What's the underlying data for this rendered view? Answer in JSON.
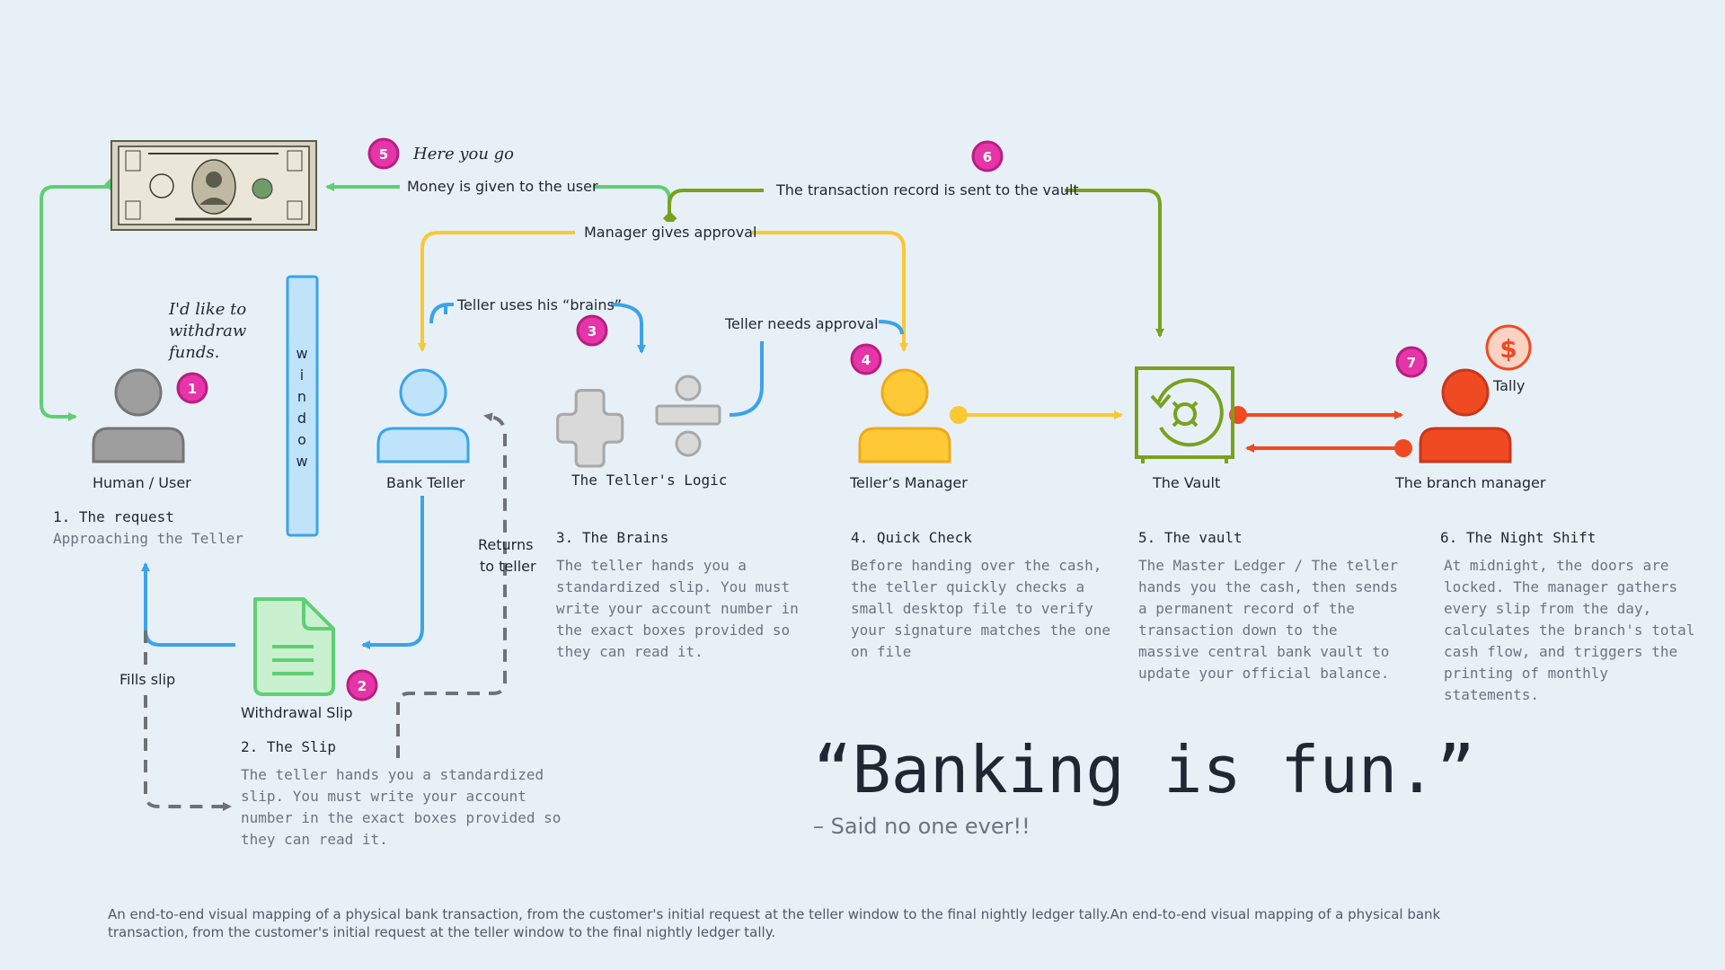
{
  "money_label": "Money is given to the user",
  "here_you_go": "Here you go",
  "record_label": "The transaction record is sent to the vault",
  "approval_label": "Manager gives approval",
  "brains_label": "Teller uses his “brains”",
  "needs_approval_label": "Teller needs approval",
  "user_speech": [
    "I'd like to",
    "withdraw",
    "funds."
  ],
  "window_letters": [
    "w",
    "i",
    "n",
    "d",
    "o",
    "w"
  ],
  "returns_label": [
    "Returns",
    "to teller"
  ],
  "fills_label": "Fills slip",
  "tally_label": "Tally",
  "nodes": {
    "user": "Human / User",
    "teller": "Bank Teller",
    "logic": "The Teller's Logic",
    "manager": "Teller’s Manager",
    "vault": "The Vault",
    "branch": "The branch manager",
    "slip": "Withdrawal Slip"
  },
  "badges": [
    "1",
    "2",
    "3",
    "4",
    "5",
    "6",
    "7"
  ],
  "steps": {
    "s1": {
      "title": "1. The request",
      "lines": [
        "Approaching the Teller"
      ]
    },
    "s2": {
      "title": "2. The Slip",
      "lines": [
        "The teller hands you a standardized",
        "slip. You must write your account",
        "number in the exact boxes provided so",
        "they can read it."
      ]
    },
    "s3": {
      "title": "3. The Brains",
      "lines": [
        "The teller hands you a",
        "standardized slip. You must",
        "write your account number in",
        "the exact boxes provided so",
        "they can read it."
      ]
    },
    "s4": {
      "title": "4. Quick Check",
      "lines": [
        "Before handing over the cash,",
        "the teller quickly checks a",
        "small desktop file to verify",
        "your signature matches the one",
        "on file"
      ]
    },
    "s5": {
      "title": "5. The vault",
      "lines": [
        "The Master Ledger / The teller",
        "hands you the cash, then sends",
        "a permanent record of the",
        "transaction down to the",
        "massive central bank vault to",
        "update your official balance."
      ]
    },
    "s6": {
      "title": "6. The Night Shift",
      "lines": [
        "At midnight, the doors are",
        "locked. The manager gathers",
        "every slip from the day,",
        "calculates the branch's total",
        "cash flow, and triggers the",
        "printing of monthly",
        "statements."
      ]
    }
  },
  "quote": "“Banking is fun.”",
  "quote_sub": "– Said no one ever!!",
  "caption": "An end-to-end visual mapping of a physical bank transaction, from the customer's initial request at the teller window to the final nightly ledger tally.An end-to-end visual mapping of a physical bank transaction, from the customer's initial request at the teller window to the final nightly ledger tally.",
  "colors": {
    "green": "#5fcf73",
    "olive": "#78a11e",
    "yellow": "#f9c833",
    "blue": "#3aa3ea",
    "gray": "#9fa3a8",
    "red": "#ef4a22",
    "pink": "#e535a8"
  }
}
